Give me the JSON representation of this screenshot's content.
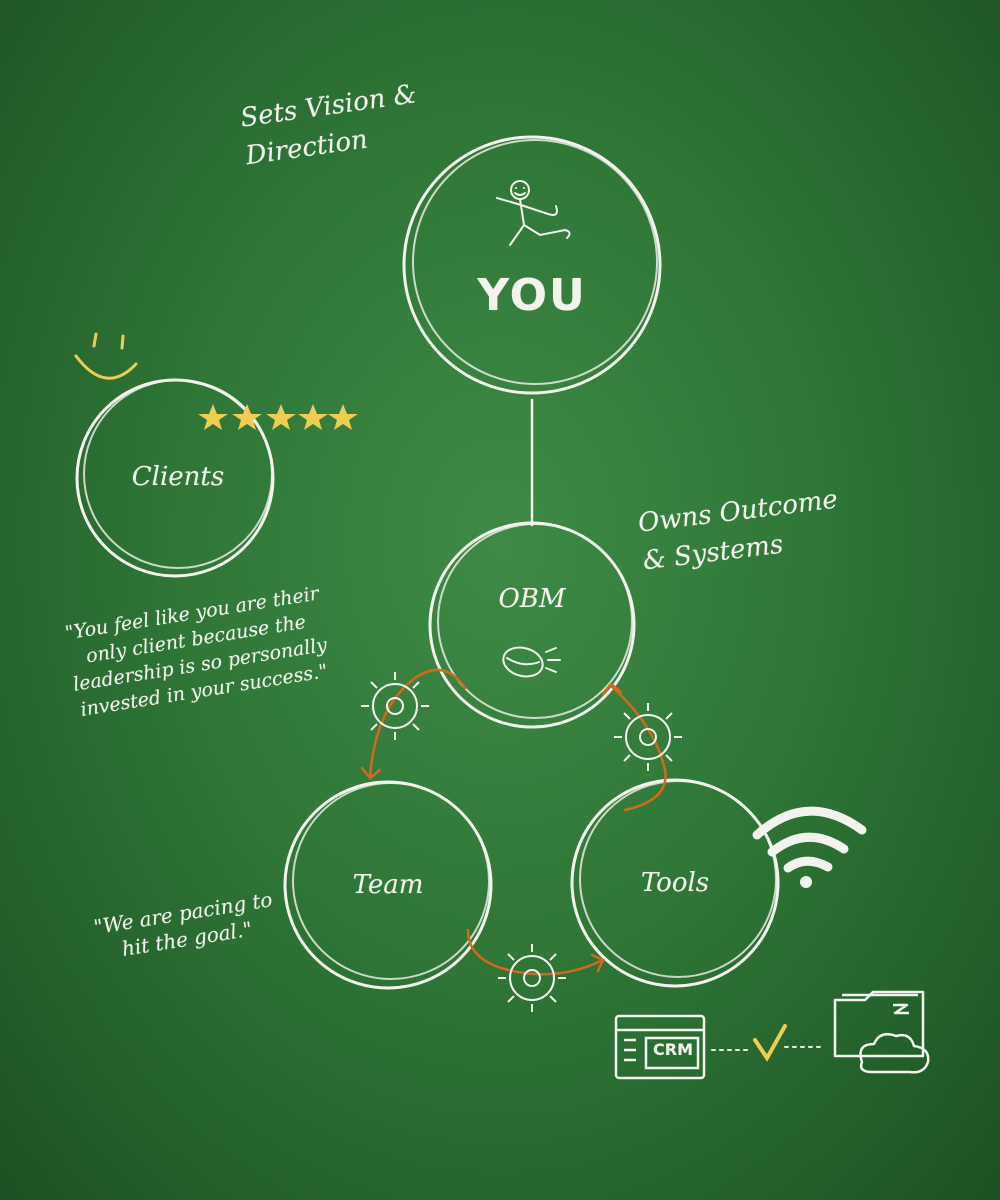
{
  "nodes": {
    "you": "YOU",
    "clients": "Clients",
    "obm": "OBM",
    "team": "Team",
    "tools": "Tools"
  },
  "annotations": {
    "you_role": "Sets Vision &\nDirection",
    "obm_role": "Owns Outcome\n& Systems"
  },
  "quotes": {
    "clients": "\"You feel like you are their\nonly client because the\nleadership is so personally\ninvested in your success.\"",
    "team": "\"We are pacing to\nhit the goal.\""
  },
  "icons": {
    "crm_label": "CRM",
    "rating_stars": 5
  },
  "colors": {
    "background": "#2f7637",
    "chalk": "#f3f3ee",
    "accent_orange": "#d2691e",
    "accent_yellow": "#f0cc52"
  }
}
